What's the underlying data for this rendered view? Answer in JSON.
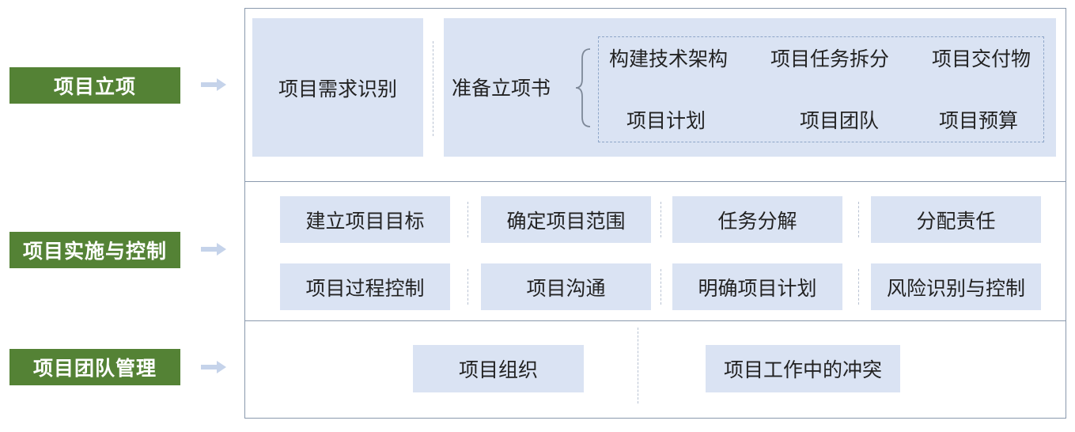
{
  "sections": [
    {
      "label": "项目立项"
    },
    {
      "label": "项目实施与控制"
    },
    {
      "label": "项目团队管理"
    }
  ],
  "initiation": {
    "requirement": "项目需求识别",
    "prepare": "准备立项书",
    "contents": [
      "构建技术架构",
      "项目任务拆分",
      "项目交付物",
      "项目计划",
      "项目团队",
      "项目预算"
    ]
  },
  "execution": {
    "row1": [
      "建立项目目标",
      "确定项目范围",
      "任务分解",
      "分配责任"
    ],
    "row2": [
      "项目过程控制",
      "项目沟通",
      "明确项目计划",
      "风险识别与控制"
    ]
  },
  "team": {
    "items": [
      "项目组织",
      "项目工作中的冲突"
    ]
  },
  "colors": {
    "label_bg": "#548235",
    "box_bg": "#dae3f3",
    "arrow": "#c5d3ea",
    "border": "#8a99ad"
  }
}
